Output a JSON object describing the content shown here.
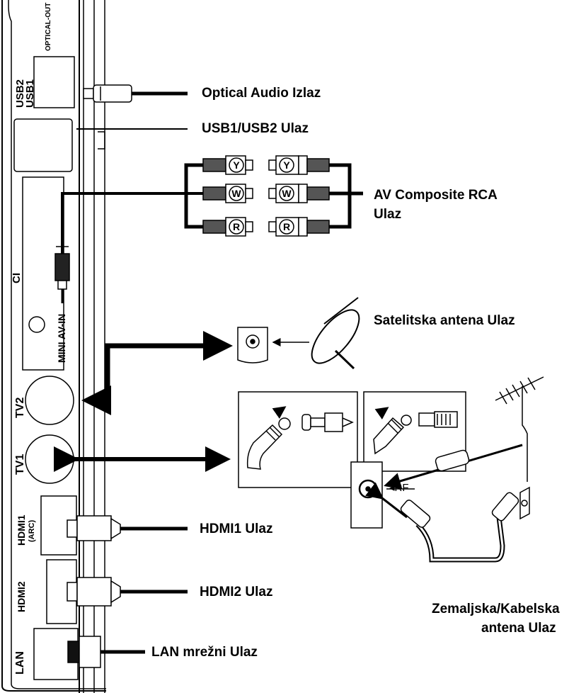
{
  "ports": {
    "optical_out": "OPTICAL-OUT",
    "usb2": "USB2",
    "usb1": "USB1",
    "ci": "CI",
    "mini_av_in": "MINI AV-IN",
    "tv2": "TV2",
    "tv1": "TV1",
    "hdmi1": "HDMI1",
    "hdmi1_arc": "(ARC)",
    "hdmi2": "HDMI2",
    "lan": "LAN"
  },
  "rca_plugs": [
    "Y",
    "W",
    "R"
  ],
  "rf_label": "◂RF",
  "labels": {
    "optical": "Optical Audio Izlaz",
    "usb": "USB1/USB2 Ulaz",
    "av_line1": "AV Composite RCA",
    "av_line2": "Ulaz",
    "satellite": "Satelitska antena Ulaz",
    "hdmi1": "HDMI1 Ulaz",
    "hdmi2": "HDMI2 Ulaz",
    "terrestrial_line1": "Zemaljska/Kabelska",
    "terrestrial_line2": "antena Ulaz",
    "lan": "LAN mrežni Ulaz"
  }
}
